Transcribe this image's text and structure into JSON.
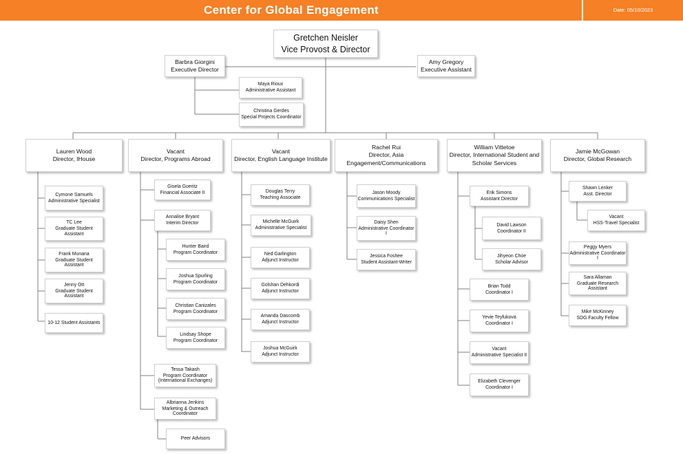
{
  "header": {
    "title": "Center for Global Engagement",
    "date": "Date: 05/10/2023"
  },
  "nodes": {
    "gretchen": {
      "name": "Gretchen Neisler",
      "title": "Vice Provost & Director"
    },
    "barbra": {
      "name": "Barbra Giorgini",
      "title": "Executive Director"
    },
    "amy": {
      "name": "Amy Gregory",
      "title": "Executive Assistant"
    },
    "maya": {
      "name": "Maya Rioux",
      "title": "Administrative Assistant"
    },
    "christina_g": {
      "name": "Christina Gerdes",
      "title": "Special Projects Coordinator"
    },
    "lauren": {
      "name": "Lauren Wood",
      "title": "Director, IHouse"
    },
    "vacant_pa": {
      "name": "Vacant",
      "title": "Director, Programs Abroad"
    },
    "vacant_eli": {
      "name": "Vacant",
      "title": "Director, English Language Institute"
    },
    "rachel": {
      "name": "Rachel Rui",
      "title": "Director, Asia Engagement/Communications"
    },
    "william": {
      "name": "William Vittetoe",
      "title": "Director, International Student and Scholar Services"
    },
    "jamie": {
      "name": "Jamie McGowan",
      "title": "Director, Global Research"
    },
    "cymone": {
      "name": "Cymone Samuels",
      "title": "Administrative Specialist"
    },
    "tc": {
      "name": "TC Lee",
      "title": "Graduate Student Assistant"
    },
    "frank": {
      "name": "Frank Munana",
      "title": "Graduate Student Assistant"
    },
    "jenny": {
      "name": "Jenny Ott",
      "title": "Graduate Student Assistant"
    },
    "students_1012": {
      "name": "",
      "title": "10-12 Student Assistants"
    },
    "gisela": {
      "name": "Gisela Goeritz",
      "title": "Financial Associate II"
    },
    "annalise": {
      "name": "Annalise Bryant",
      "title": "Interim Director"
    },
    "hunter": {
      "name": "Hunter Baird",
      "title": "Program Coordinator"
    },
    "joshua_s": {
      "name": "Joshua Spurling",
      "title": "Program Coordinator"
    },
    "christian": {
      "name": "Christian Canizales",
      "title": "Program Coordinator"
    },
    "lindsay": {
      "name": "Lindsay Shope",
      "title": "Program Coordinator"
    },
    "tessa": {
      "name": "Tessa Takash",
      "title": "Program Coordinator (International Exchanges)"
    },
    "albrianna": {
      "name": "Albrianna Jenkins",
      "title": "Marketing & Outreach Coordinator"
    },
    "peer": {
      "name": "",
      "title": "Peer Advisors"
    },
    "douglas": {
      "name": "Douglas Terry",
      "title": "Teaching Associate"
    },
    "michelle": {
      "name": "Michelle McGuirk",
      "title": "Administrative Specialist"
    },
    "ned": {
      "name": "Ned Garlington",
      "title": "Adjunct Instructor"
    },
    "golshan": {
      "name": "Golshan Dehkordi",
      "title": "Adjunct Instructor"
    },
    "amanda": {
      "name": "Amanda Dascomb",
      "title": "Adjunct Instructor"
    },
    "joshua_m": {
      "name": "Joshua McGuirk",
      "title": "Adjunct Instructor"
    },
    "jason": {
      "name": "Jason Moody",
      "title": "Communications Specialist"
    },
    "daisy": {
      "name": "Daisy Shen",
      "title": "Administrative Coordinator I"
    },
    "jessica": {
      "name": "Jessica Foshee",
      "title": "Student Assistant-Writer"
    },
    "erik": {
      "name": "Erik Simons",
      "title": "Assistant Director"
    },
    "david": {
      "name": "David Lawson",
      "title": "Coordinator II"
    },
    "jihyeon": {
      "name": "Jihyeon Choe",
      "title": "Scholar Advisor"
    },
    "brian": {
      "name": "Brian Todd",
      "title": "Coordinator I"
    },
    "yevie": {
      "name": "Yevie Teyfukova",
      "title": "Coordinator I"
    },
    "vacant_as": {
      "name": "Vacant",
      "title": "Administrative Specialist II"
    },
    "elizabeth": {
      "name": "Elizabeth Clevenger",
      "title": "Coordinator I"
    },
    "shawn": {
      "name": "Shawn Lenker",
      "title": "Asst. Director"
    },
    "vacant_hss": {
      "name": "Vacant",
      "title": "HSS-Travel Specialist"
    },
    "peggy": {
      "name": "Peggy Myers",
      "title": "Administrative Coordinator I"
    },
    "sara": {
      "name": "Sara Allaman",
      "title": "Graduate Research Assistant"
    },
    "mike": {
      "name": "Mike McKinney",
      "title": "SDG Faculty Fellow"
    }
  }
}
